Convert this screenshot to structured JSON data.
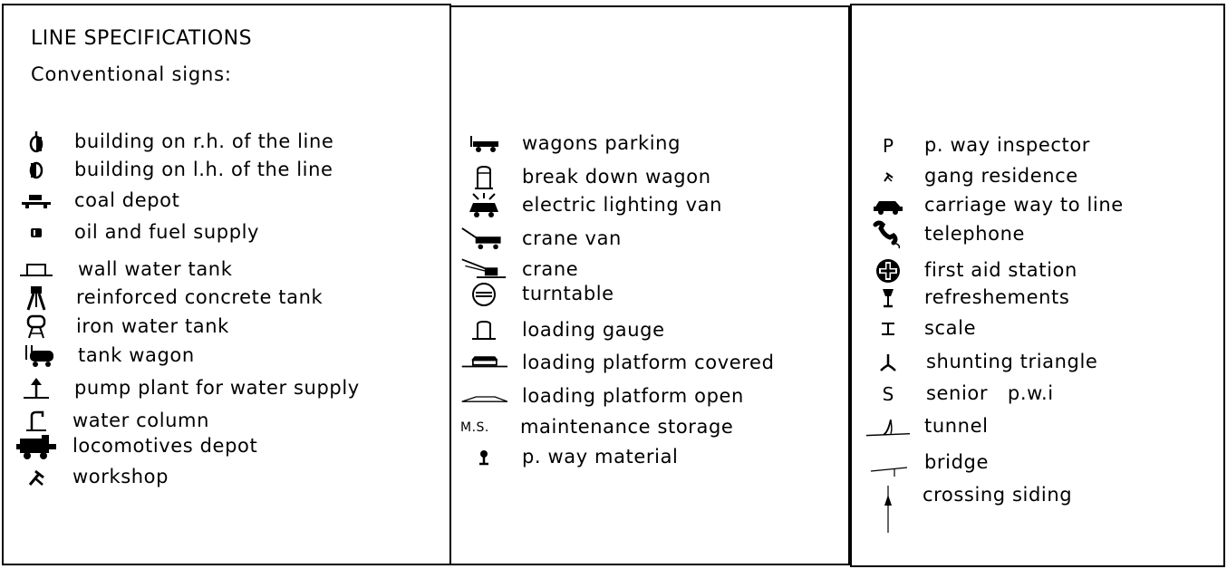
{
  "heading": {
    "title": "LINE SPECIFICATIONS",
    "subtitle": "Conventional signs:"
  },
  "columns": [
    {
      "items": [
        {
          "icon": "building-rh-icon",
          "label": "building on r.h. of the line"
        },
        {
          "icon": "building-lh-icon",
          "label": "building on l.h. of the line"
        },
        {
          "icon": "coal-depot-icon",
          "label": "coal depot"
        },
        {
          "icon": "oil-fuel-icon",
          "label": "oil and fuel supply"
        },
        {
          "icon": "wall-water-tank-icon",
          "label": "wall water tank"
        },
        {
          "icon": "concrete-tank-icon",
          "label": "reinforced concrete tank"
        },
        {
          "icon": "iron-water-tank-icon",
          "label": "iron water tank"
        },
        {
          "icon": "tank-wagon-icon",
          "label": "tank wagon"
        },
        {
          "icon": "pump-plant-icon",
          "label": "pump plant for water supply"
        },
        {
          "icon": "water-column-icon",
          "label": "water column"
        },
        {
          "icon": "locomotive-depot-icon",
          "label": "locomotives depot"
        },
        {
          "icon": "workshop-icon",
          "label": "workshop"
        }
      ]
    },
    {
      "items": [
        {
          "icon": "wagons-parking-icon",
          "label": "wagons parking"
        },
        {
          "icon": "breakdown-wagon-icon",
          "label": "break down wagon"
        },
        {
          "icon": "lighting-van-icon",
          "label": "electric lighting van"
        },
        {
          "icon": "crane-van-icon",
          "label": "crane van"
        },
        {
          "icon": "crane-icon",
          "label": "crane"
        },
        {
          "icon": "turntable-icon",
          "label": "turntable"
        },
        {
          "icon": "loading-gauge-icon",
          "label": "loading gauge"
        },
        {
          "icon": "platform-covered-icon",
          "label": "loading platform covered"
        },
        {
          "icon": "platform-open-icon",
          "label": "loading platform open"
        },
        {
          "icon": "maintenance-storage-mark",
          "symbol_text": "M.S.",
          "label": "maintenance storage"
        },
        {
          "icon": "pway-material-icon",
          "label": "p. way material"
        }
      ]
    },
    {
      "items": [
        {
          "icon": "pway-inspector-mark",
          "symbol_text": "P",
          "label": "p. way inspector"
        },
        {
          "icon": "gang-residence-icon",
          "label": "gang residence"
        },
        {
          "icon": "carriage-way-icon",
          "label": "carriage way to line"
        },
        {
          "icon": "telephone-icon",
          "label": "telephone"
        },
        {
          "icon": "first-aid-icon",
          "label": "first aid station"
        },
        {
          "icon": "refreshments-icon",
          "label": "refreshements"
        },
        {
          "icon": "scale-icon",
          "label": "scale"
        },
        {
          "icon": "shunting-triangle-icon",
          "label": "shunting triangle"
        },
        {
          "icon": "senior-pwi-mark",
          "symbol_text": "S",
          "label": "senior   p.w.i"
        },
        {
          "icon": "tunnel-icon",
          "label": "tunnel"
        },
        {
          "icon": "bridge-icon",
          "label": "bridge"
        },
        {
          "icon": "crossing-siding-icon",
          "label": "crossing siding"
        }
      ]
    }
  ]
}
